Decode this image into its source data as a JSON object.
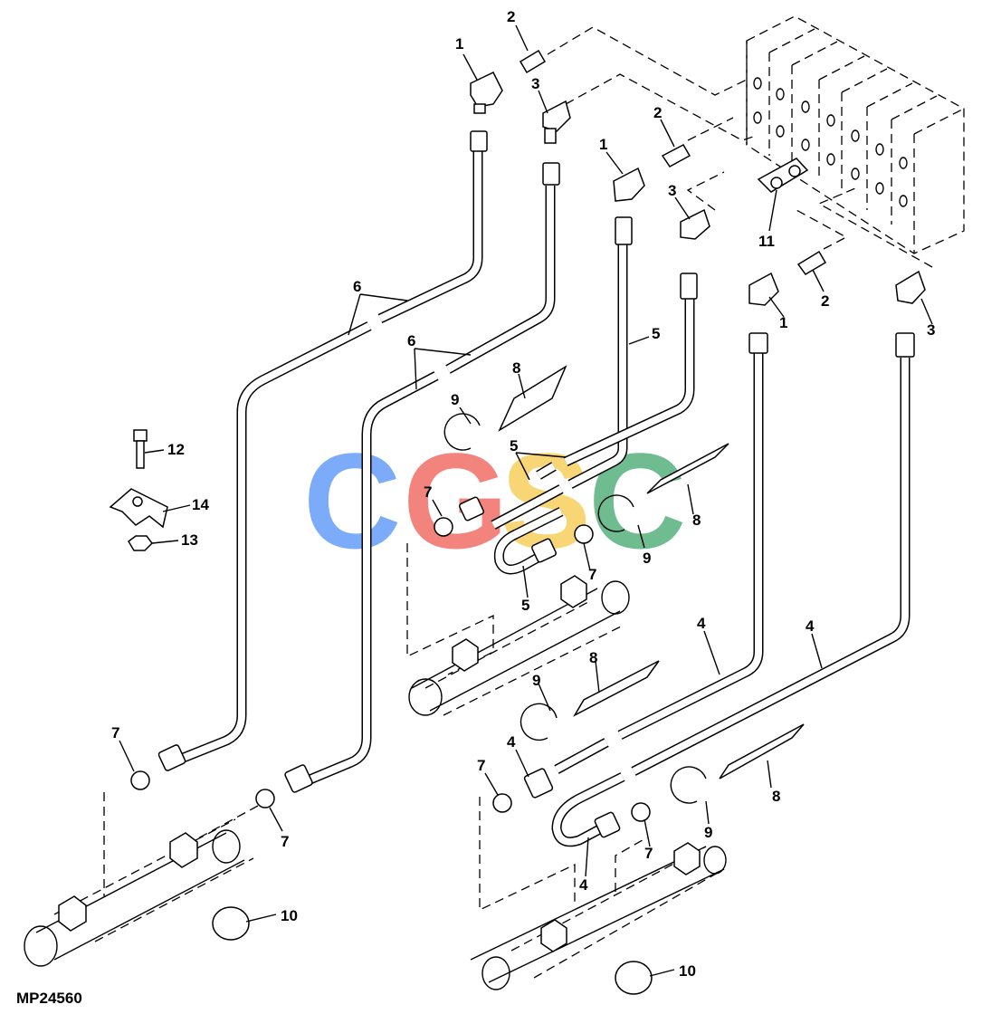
{
  "diagram": {
    "drawing_number": "MP24560",
    "callouts": [
      {
        "id": "c1a",
        "text": "1"
      },
      {
        "id": "c2a",
        "text": "2"
      },
      {
        "id": "c3a",
        "text": "3"
      },
      {
        "id": "c2b",
        "text": "2"
      },
      {
        "id": "c1b",
        "text": "1"
      },
      {
        "id": "c3b",
        "text": "3"
      },
      {
        "id": "c11",
        "text": "11"
      },
      {
        "id": "c1c",
        "text": "1"
      },
      {
        "id": "c2c",
        "text": "2"
      },
      {
        "id": "c3c",
        "text": "3"
      },
      {
        "id": "c6a",
        "text": "6"
      },
      {
        "id": "c6b",
        "text": "6"
      },
      {
        "id": "c5a",
        "text": "5"
      },
      {
        "id": "c8a",
        "text": "8"
      },
      {
        "id": "c9a",
        "text": "9"
      },
      {
        "id": "c5b",
        "text": "5"
      },
      {
        "id": "c12",
        "text": "12"
      },
      {
        "id": "c14",
        "text": "14"
      },
      {
        "id": "c13",
        "text": "13"
      },
      {
        "id": "c7a",
        "text": "7"
      },
      {
        "id": "c8b",
        "text": "8"
      },
      {
        "id": "c9b",
        "text": "9"
      },
      {
        "id": "c7b",
        "text": "7"
      },
      {
        "id": "c5c",
        "text": "5"
      },
      {
        "id": "c4a",
        "text": "4"
      },
      {
        "id": "c4b",
        "text": "4"
      },
      {
        "id": "c8c",
        "text": "8"
      },
      {
        "id": "c9c",
        "text": "9"
      },
      {
        "id": "c7c",
        "text": "7"
      },
      {
        "id": "c7d",
        "text": "7"
      },
      {
        "id": "c7e",
        "text": "7"
      },
      {
        "id": "c4c",
        "text": "4"
      },
      {
        "id": "c8d",
        "text": "8"
      },
      {
        "id": "c9d",
        "text": "9"
      },
      {
        "id": "c7f",
        "text": "7"
      },
      {
        "id": "c4d",
        "text": "4"
      },
      {
        "id": "c10a",
        "text": "10"
      },
      {
        "id": "c10b",
        "text": "10"
      }
    ],
    "watermark": {
      "letters": [
        "C",
        "G",
        "S",
        "C"
      ],
      "colors": [
        "#4f8ff7",
        "#ee5a52",
        "#f7c948",
        "#3fa66b"
      ]
    }
  }
}
